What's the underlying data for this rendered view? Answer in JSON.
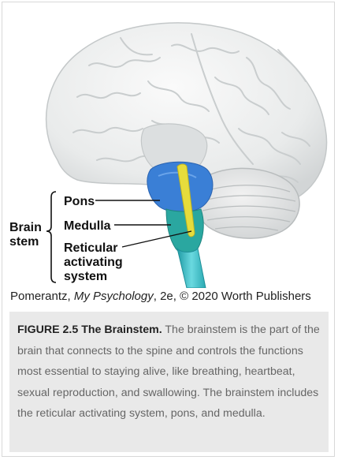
{
  "labels": {
    "brain_stem_line1": "Brain",
    "brain_stem_line2": "stem",
    "pons": "Pons",
    "medulla": "Medulla",
    "reticular_line1": "Reticular",
    "reticular_line2": "activating",
    "reticular_line3": "system"
  },
  "credit": {
    "author": "Pomerantz, ",
    "book": "My Psychology",
    "rest": ", 2e, © 2020 Worth Publishers"
  },
  "caption": {
    "title": "FIGURE 2.5 The Brainstem.",
    "body": " The brainstem is the part of the brain that connects to the spine and controls the functions most essential to staying alive, like breathing, heartbeat, sexual reproduction, and swallowing. The brainstem includes the reticular activating system, pons, and medulla."
  },
  "colors": {
    "pons": "#3a7fd6",
    "medulla": "#2aa7a0",
    "reticular": "#e6dc3c",
    "spinal_cord": "#5ad0d8",
    "brain": "#eceeee",
    "caption_bg": "#e9e9e9"
  }
}
